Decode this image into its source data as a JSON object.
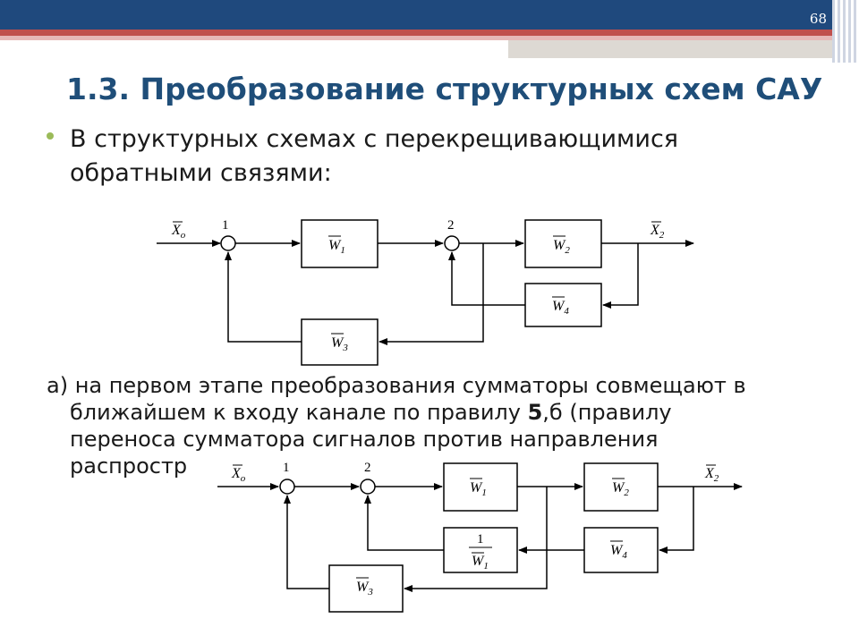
{
  "slide": {
    "page_number": "68",
    "title": "1.3. Преобразование структурных схем САУ",
    "bullet": "В структурных схемах с перекрещивающимися обратными связями",
    "bullet_colon": ":"
  },
  "paragraph": {
    "line1": "а) на первом этапе преобразования сумматоры совмещают в",
    "line2_before": "ближайшем к входу канале по правилу ",
    "rule_number": "5",
    "line2_after": ",б (правилу",
    "line3": "переноса сумматора сигналов против направления",
    "line4": "распростр"
  },
  "diagram1": {
    "input_label": "X",
    "input_sub": "o",
    "output_label": "X",
    "output_sub": "2",
    "summer1_label": "1",
    "summer2_label": "2",
    "blocks": {
      "w1": {
        "letter": "W",
        "sub": "1"
      },
      "w2": {
        "letter": "W",
        "sub": "2"
      },
      "w3": {
        "letter": "W",
        "sub": "3"
      },
      "w4": {
        "letter": "W",
        "sub": "4"
      }
    }
  },
  "diagram2": {
    "input_label": "X",
    "input_sub": "o",
    "output_label": "X",
    "output_sub": "2",
    "summer1_label": "1",
    "summer2_label": "2",
    "inverse_numerator": "1",
    "blocks": {
      "w1": {
        "letter": "W",
        "sub": "1"
      },
      "w2": {
        "letter": "W",
        "sub": "2"
      },
      "w3": {
        "letter": "W",
        "sub": "3"
      },
      "w4": {
        "letter": "W",
        "sub": "4"
      },
      "w1inv": {
        "letter": "W",
        "sub": "1"
      }
    }
  }
}
